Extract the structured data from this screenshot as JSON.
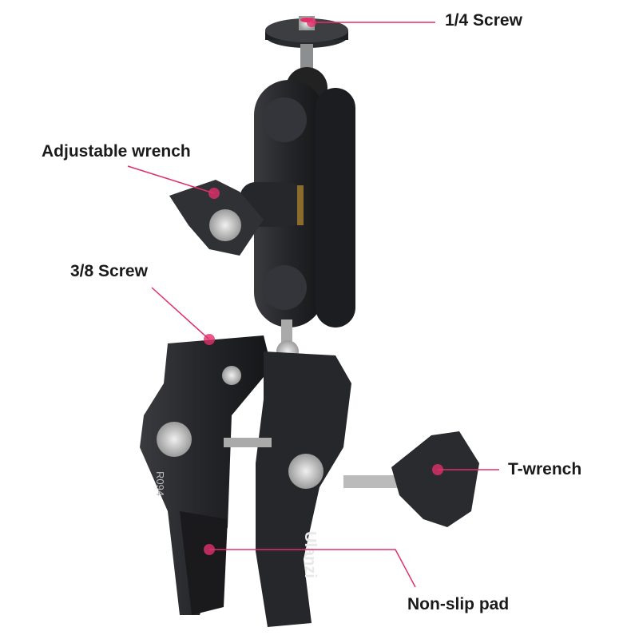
{
  "callouts": {
    "quarter_screw": "1/4 Screw",
    "adjustable_wrench": "Adjustable wrench",
    "three_eighths_screw": "3/8 Screw",
    "t_wrench": "T-wrench",
    "non_slip_pad": "Non-slip pad"
  },
  "product_markings": {
    "brand": "Ulanzi",
    "model": "R094"
  },
  "colors": {
    "callout_accent": "#e0306a",
    "product_body": "#2b2c2f",
    "metal": "#c8c8c8"
  }
}
